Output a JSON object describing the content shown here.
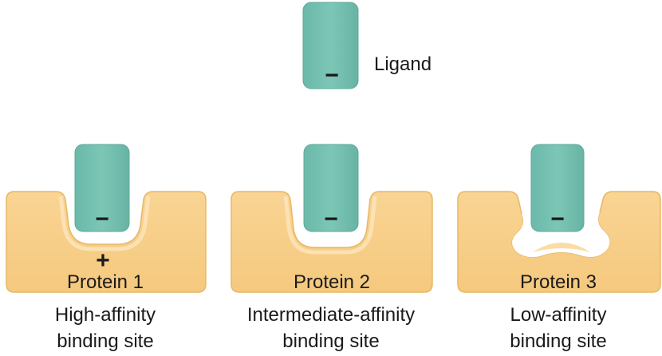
{
  "ligand": {
    "label": "Ligand",
    "charge": "−",
    "color": "#76c3b3",
    "edge_color": "#5fa898"
  },
  "protein_color": "#f7cf8a",
  "protein_edge_color": "#e8b766",
  "proteins": [
    {
      "name": "Protein 1",
      "site_charge": "+",
      "ligand_charge": "−",
      "caption_line1": "High-affinity",
      "caption_line2": "binding site"
    },
    {
      "name": "Protein 2",
      "ligand_charge": "−",
      "caption_line1": "Intermediate-affinity",
      "caption_line2": "binding site"
    },
    {
      "name": "Protein 3",
      "ligand_charge": "−",
      "caption_line1": "Low-affinity",
      "caption_line2": "binding site"
    }
  ]
}
